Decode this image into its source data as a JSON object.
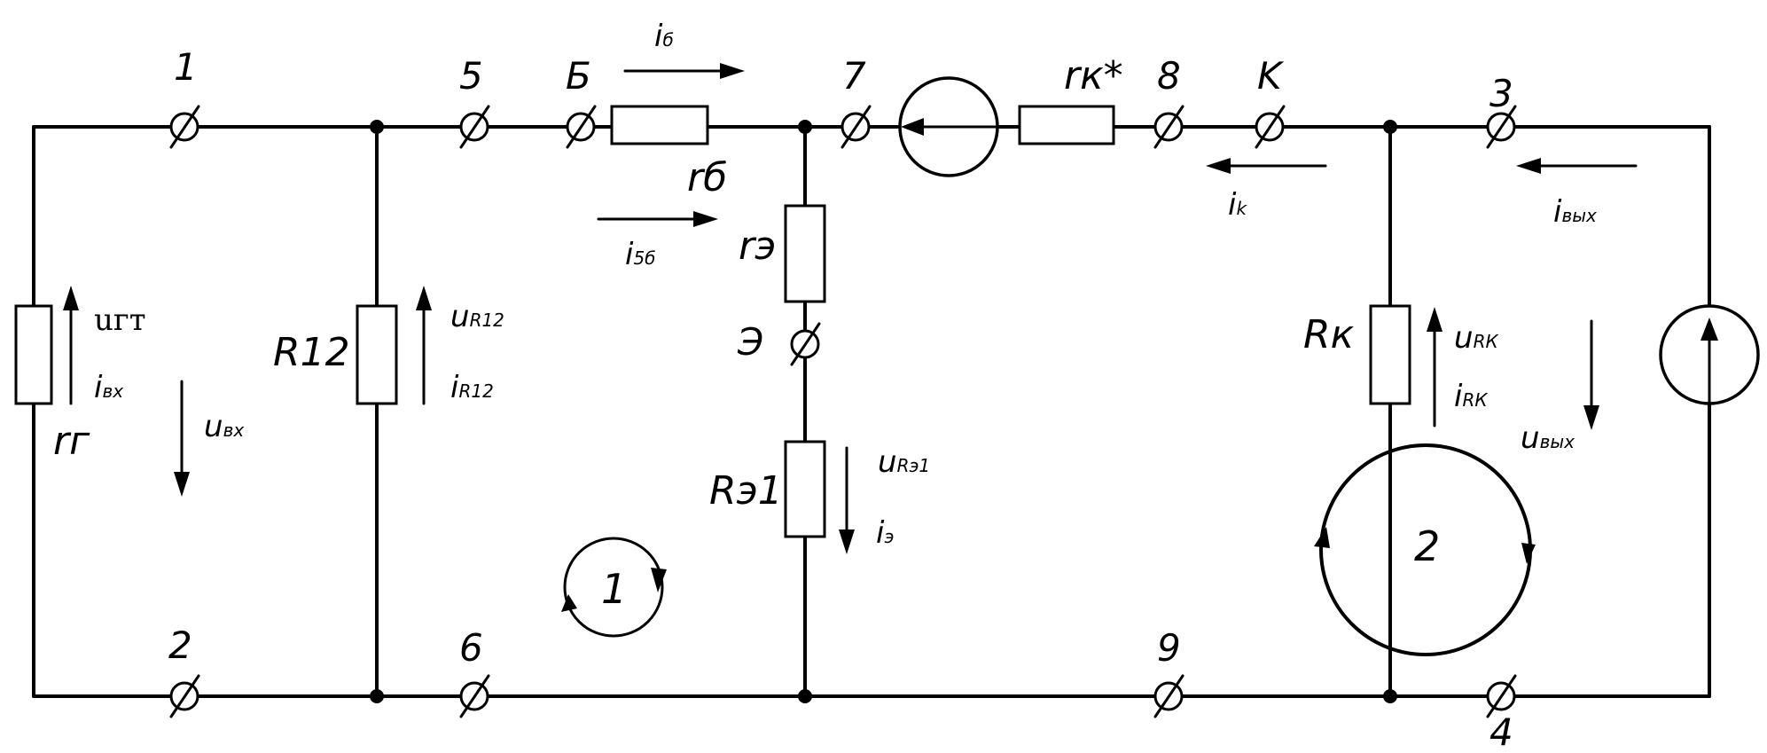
{
  "nodes": {
    "n1": "1",
    "n2": "2",
    "n3": "3",
    "n4": "4",
    "n5": "5",
    "n6": "6",
    "n7": "7",
    "n8": "8",
    "n9": "9",
    "base": "Б",
    "collector": "K",
    "emitter": "Э"
  },
  "components": {
    "rg": "rг",
    "r12": "R12",
    "rb": "rб",
    "re": "rэ",
    "re1": "Rэ1",
    "rk_star": "rк*",
    "rk": "Rк"
  },
  "quantities": {
    "u_gt": "uгт",
    "i_vx": {
      "main": "i",
      "sub": "вх"
    },
    "u_vx": {
      "main": "u",
      "sub": "вх"
    },
    "u_r12": {
      "main": "u",
      "sub": "R12"
    },
    "i_r12": {
      "main": "i",
      "sub": "R12"
    },
    "i_b": {
      "main": "i",
      "sub": "б"
    },
    "i_5b": {
      "main": "i",
      "sub": "5б"
    },
    "u_re1": {
      "main": "u",
      "sub": "Rэ1"
    },
    "i_e": {
      "main": "i",
      "sub": "э"
    },
    "i_k": {
      "main": "i",
      "sub": "k"
    },
    "u_rk": {
      "main": "u",
      "sub": "RК"
    },
    "i_rk": {
      "main": "i",
      "sub": "RК"
    },
    "i_vyx": {
      "main": "i",
      "sub": "вых"
    },
    "u_vyx": {
      "main": "u",
      "sub": "вых"
    }
  },
  "loops": {
    "loop1": "1",
    "loop2": "2"
  },
  "colors": {
    "line": "#000000",
    "background": "#ffffff"
  }
}
